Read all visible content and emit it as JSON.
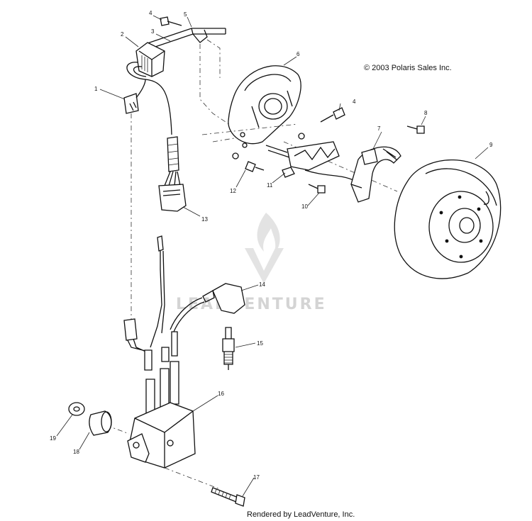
{
  "copyright": "© 2003 Polaris Sales Inc.",
  "footer": "Rendered by LeadVenture, Inc.",
  "watermark": "LEADVENTURE",
  "callouts": [
    "1",
    "2",
    "3",
    "4",
    "4",
    "5",
    "6",
    "7",
    "8",
    "9",
    "10",
    "11",
    "12",
    "13",
    "14",
    "15",
    "16",
    "17",
    "18",
    "19"
  ],
  "colors": {
    "line": "#111111",
    "watermark": "#d4d4d4",
    "background": "#ffffff"
  }
}
